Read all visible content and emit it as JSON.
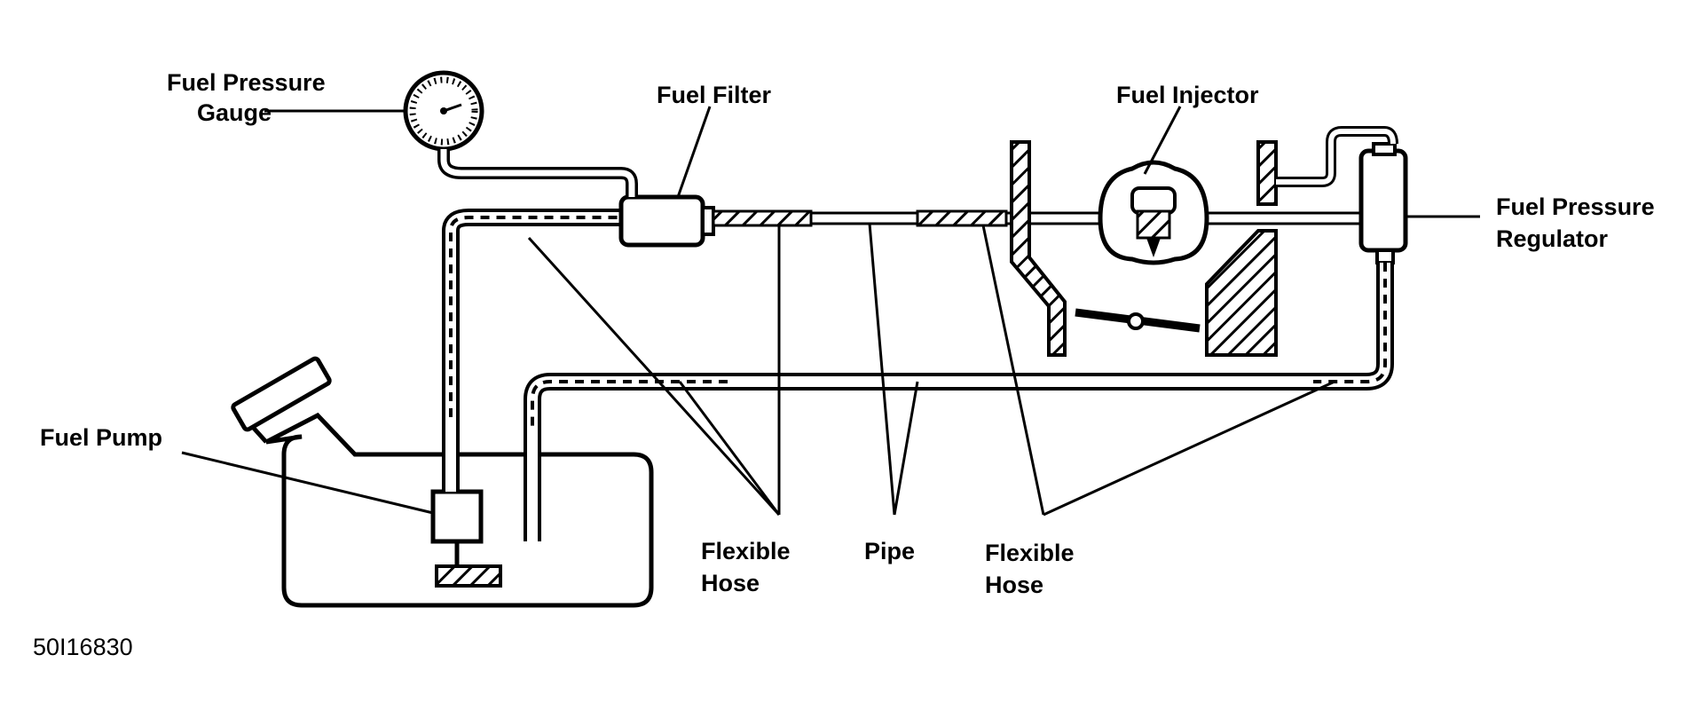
{
  "labels": {
    "fuel_pressure_gauge_line1": "Fuel Pressure",
    "fuel_pressure_gauge_line2": "Gauge",
    "fuel_filter": "Fuel Filter",
    "fuel_injector": "Fuel Injector",
    "fuel_pressure_regulator_line1": "Fuel Pressure",
    "fuel_pressure_regulator_line2": "Regulator",
    "fuel_pump": "Fuel Pump",
    "flexible_hose_left_line1": "Flexible",
    "flexible_hose_left_line2": "Hose",
    "pipe": "Pipe",
    "flexible_hose_right_line1": "Flexible",
    "flexible_hose_right_line2": "Hose"
  },
  "figure_code": "50I16830"
}
